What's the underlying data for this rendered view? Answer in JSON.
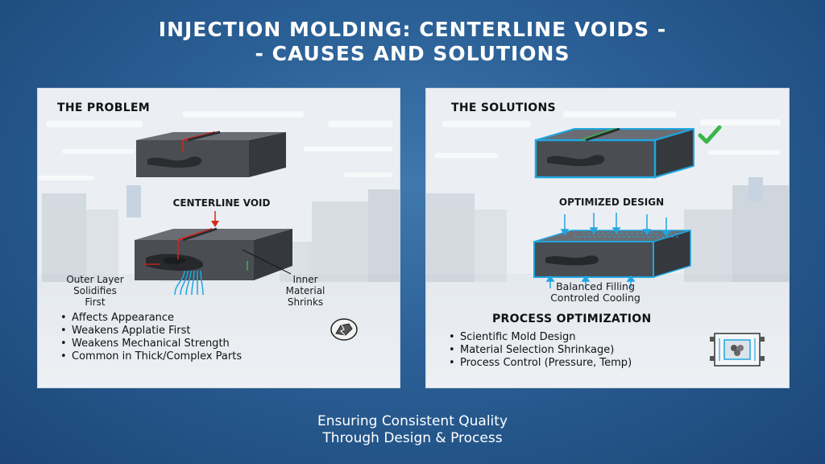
{
  "title": {
    "line1": "INJECTION MOLDING: CENTERLINE VOIDS -",
    "line2": "- CAUSES AND SOLUTIONS"
  },
  "problem": {
    "heading": "THE PROBLEM",
    "void_label": "CENTERLINE VOID",
    "outer_label_1": "Outer Layer",
    "outer_label_2": "Solidifies",
    "outer_label_3": "First",
    "inner_label_1": "Inner",
    "inner_label_2": "Material",
    "inner_label_3": "Shrinks",
    "bullets": [
      "Affects Appearance",
      "Weakens Applatie First",
      "Weakens Mechanical Strength",
      "Common in Thick/Complex Parts"
    ],
    "icon": "broken-part-icon"
  },
  "solutions": {
    "heading": "THE SOLUTIONS",
    "optimized_label": "OPTIMIZED DESIGN",
    "balanced_1": "Balanced Filling",
    "balanced_2": "Controled Cooling",
    "process_heading": "PROCESS OPTIMIZATION",
    "bullets": [
      "Scientific Mold Design",
      "Material Selection Shrinkage)",
      "Process Control (Pressure, Temp)"
    ],
    "icon": "mold-diagram-icon",
    "check_icon": "checkmark-icon"
  },
  "footer": {
    "line1": "Ensuring Consistent Quality",
    "line2": "Through Design & Process"
  },
  "colors": {
    "void_red": "#d9241c",
    "cool_blue": "#1fa6e0",
    "check_green": "#3bb54a",
    "part_gray": "#4a4d52"
  }
}
